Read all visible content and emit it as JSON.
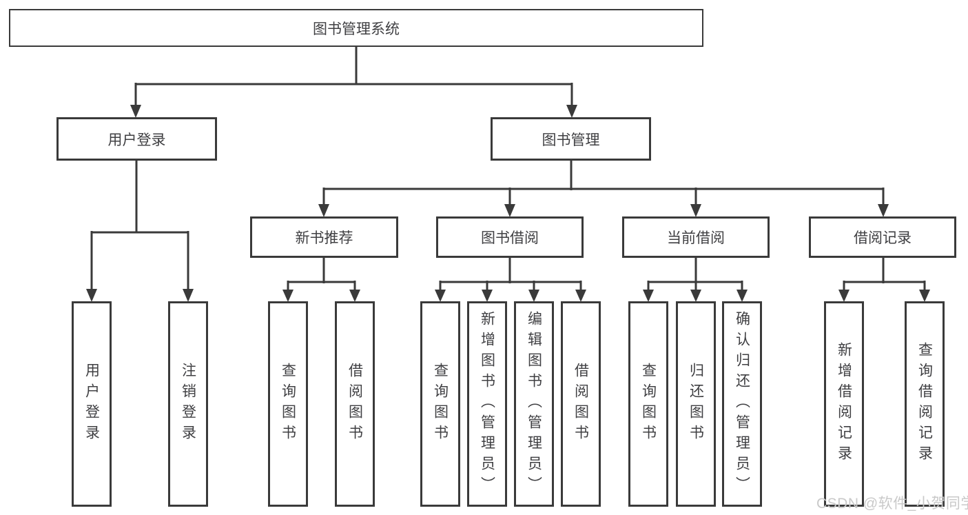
{
  "root": {
    "label": "图书管理系统"
  },
  "level2": {
    "login": {
      "label": "用户登录"
    },
    "mgmt": {
      "label": "图书管理"
    }
  },
  "level3": {
    "recommend": {
      "label": "新书推荐"
    },
    "borrow": {
      "label": "图书借阅"
    },
    "current": {
      "label": "当前借阅"
    },
    "records": {
      "label": "借阅记录"
    }
  },
  "leaves": {
    "login": [
      {
        "label": "用户登录"
      },
      {
        "label": "注销登录"
      }
    ],
    "recommend": [
      {
        "label": "查询图书"
      },
      {
        "label": "借阅图书"
      }
    ],
    "borrow": [
      {
        "label": "查询图书"
      },
      {
        "label": "新增图书（管理员）"
      },
      {
        "label": "编辑图书（管理员）"
      },
      {
        "label": "借阅图书"
      }
    ],
    "current": [
      {
        "label": "查询图书"
      },
      {
        "label": "归还图书"
      },
      {
        "label": "确认归还（管理员）"
      }
    ],
    "records": [
      {
        "label": "新增借阅记录"
      },
      {
        "label": "查询借阅记录"
      }
    ]
  },
  "watermark": {
    "text": "CSDN @软件_小贺同学"
  },
  "colors": {
    "line": "#3a3a3a",
    "text": "#3f3f42",
    "watermark": "#c9c9c9",
    "background": "#ffffff"
  }
}
